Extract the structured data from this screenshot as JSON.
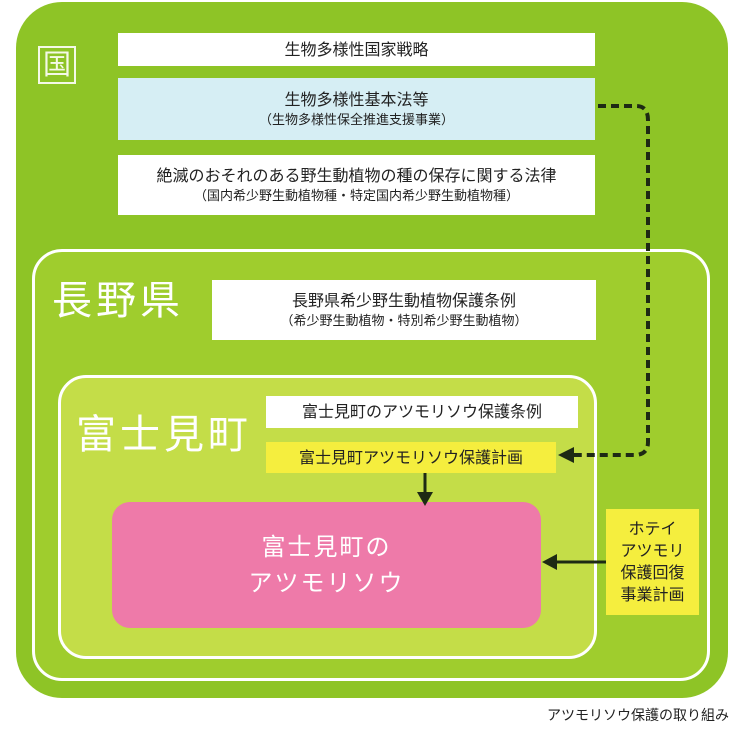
{
  "nation": {
    "label": "国",
    "boxes": {
      "strategy": {
        "main": "生物多様性国家戦略"
      },
      "basic_law": {
        "main": "生物多様性基本法等",
        "sub": "（生物多様性保全推進支援事業）"
      },
      "species_law": {
        "main": "絶滅のおそれのある野生動植物の種の保存に関する法律",
        "sub": "（国内希少野生動植物種・特定国内希少野生動植物種）"
      }
    }
  },
  "prefecture": {
    "label": "長野県",
    "ordinance": {
      "main": "長野県希少野生動植物保護条例",
      "sub": "（希少野生動植物・特別希少野生動植物）"
    }
  },
  "town": {
    "label": "富士見町",
    "ordinance": {
      "main": "富士見町のアツモリソウ保護条例"
    },
    "plan": {
      "main": "富士見町アツモリソウ保護計画"
    }
  },
  "target": {
    "line1": "富士見町の",
    "line2": "アツモリソウ"
  },
  "hotei_plan": {
    "line1": "ホテイ",
    "line2": "アツモリ",
    "line3": "保護回復",
    "line4": "事業計画"
  },
  "caption": "アツモリソウ保護の取り組み",
  "colors": {
    "nation_green": "#8ec426",
    "prefecture_green": "#9fcd2d",
    "town_green": "#c4dd48",
    "light_blue": "#d6eef4",
    "yellow": "#f5ee3e",
    "pink": "#ee7aa9"
  }
}
